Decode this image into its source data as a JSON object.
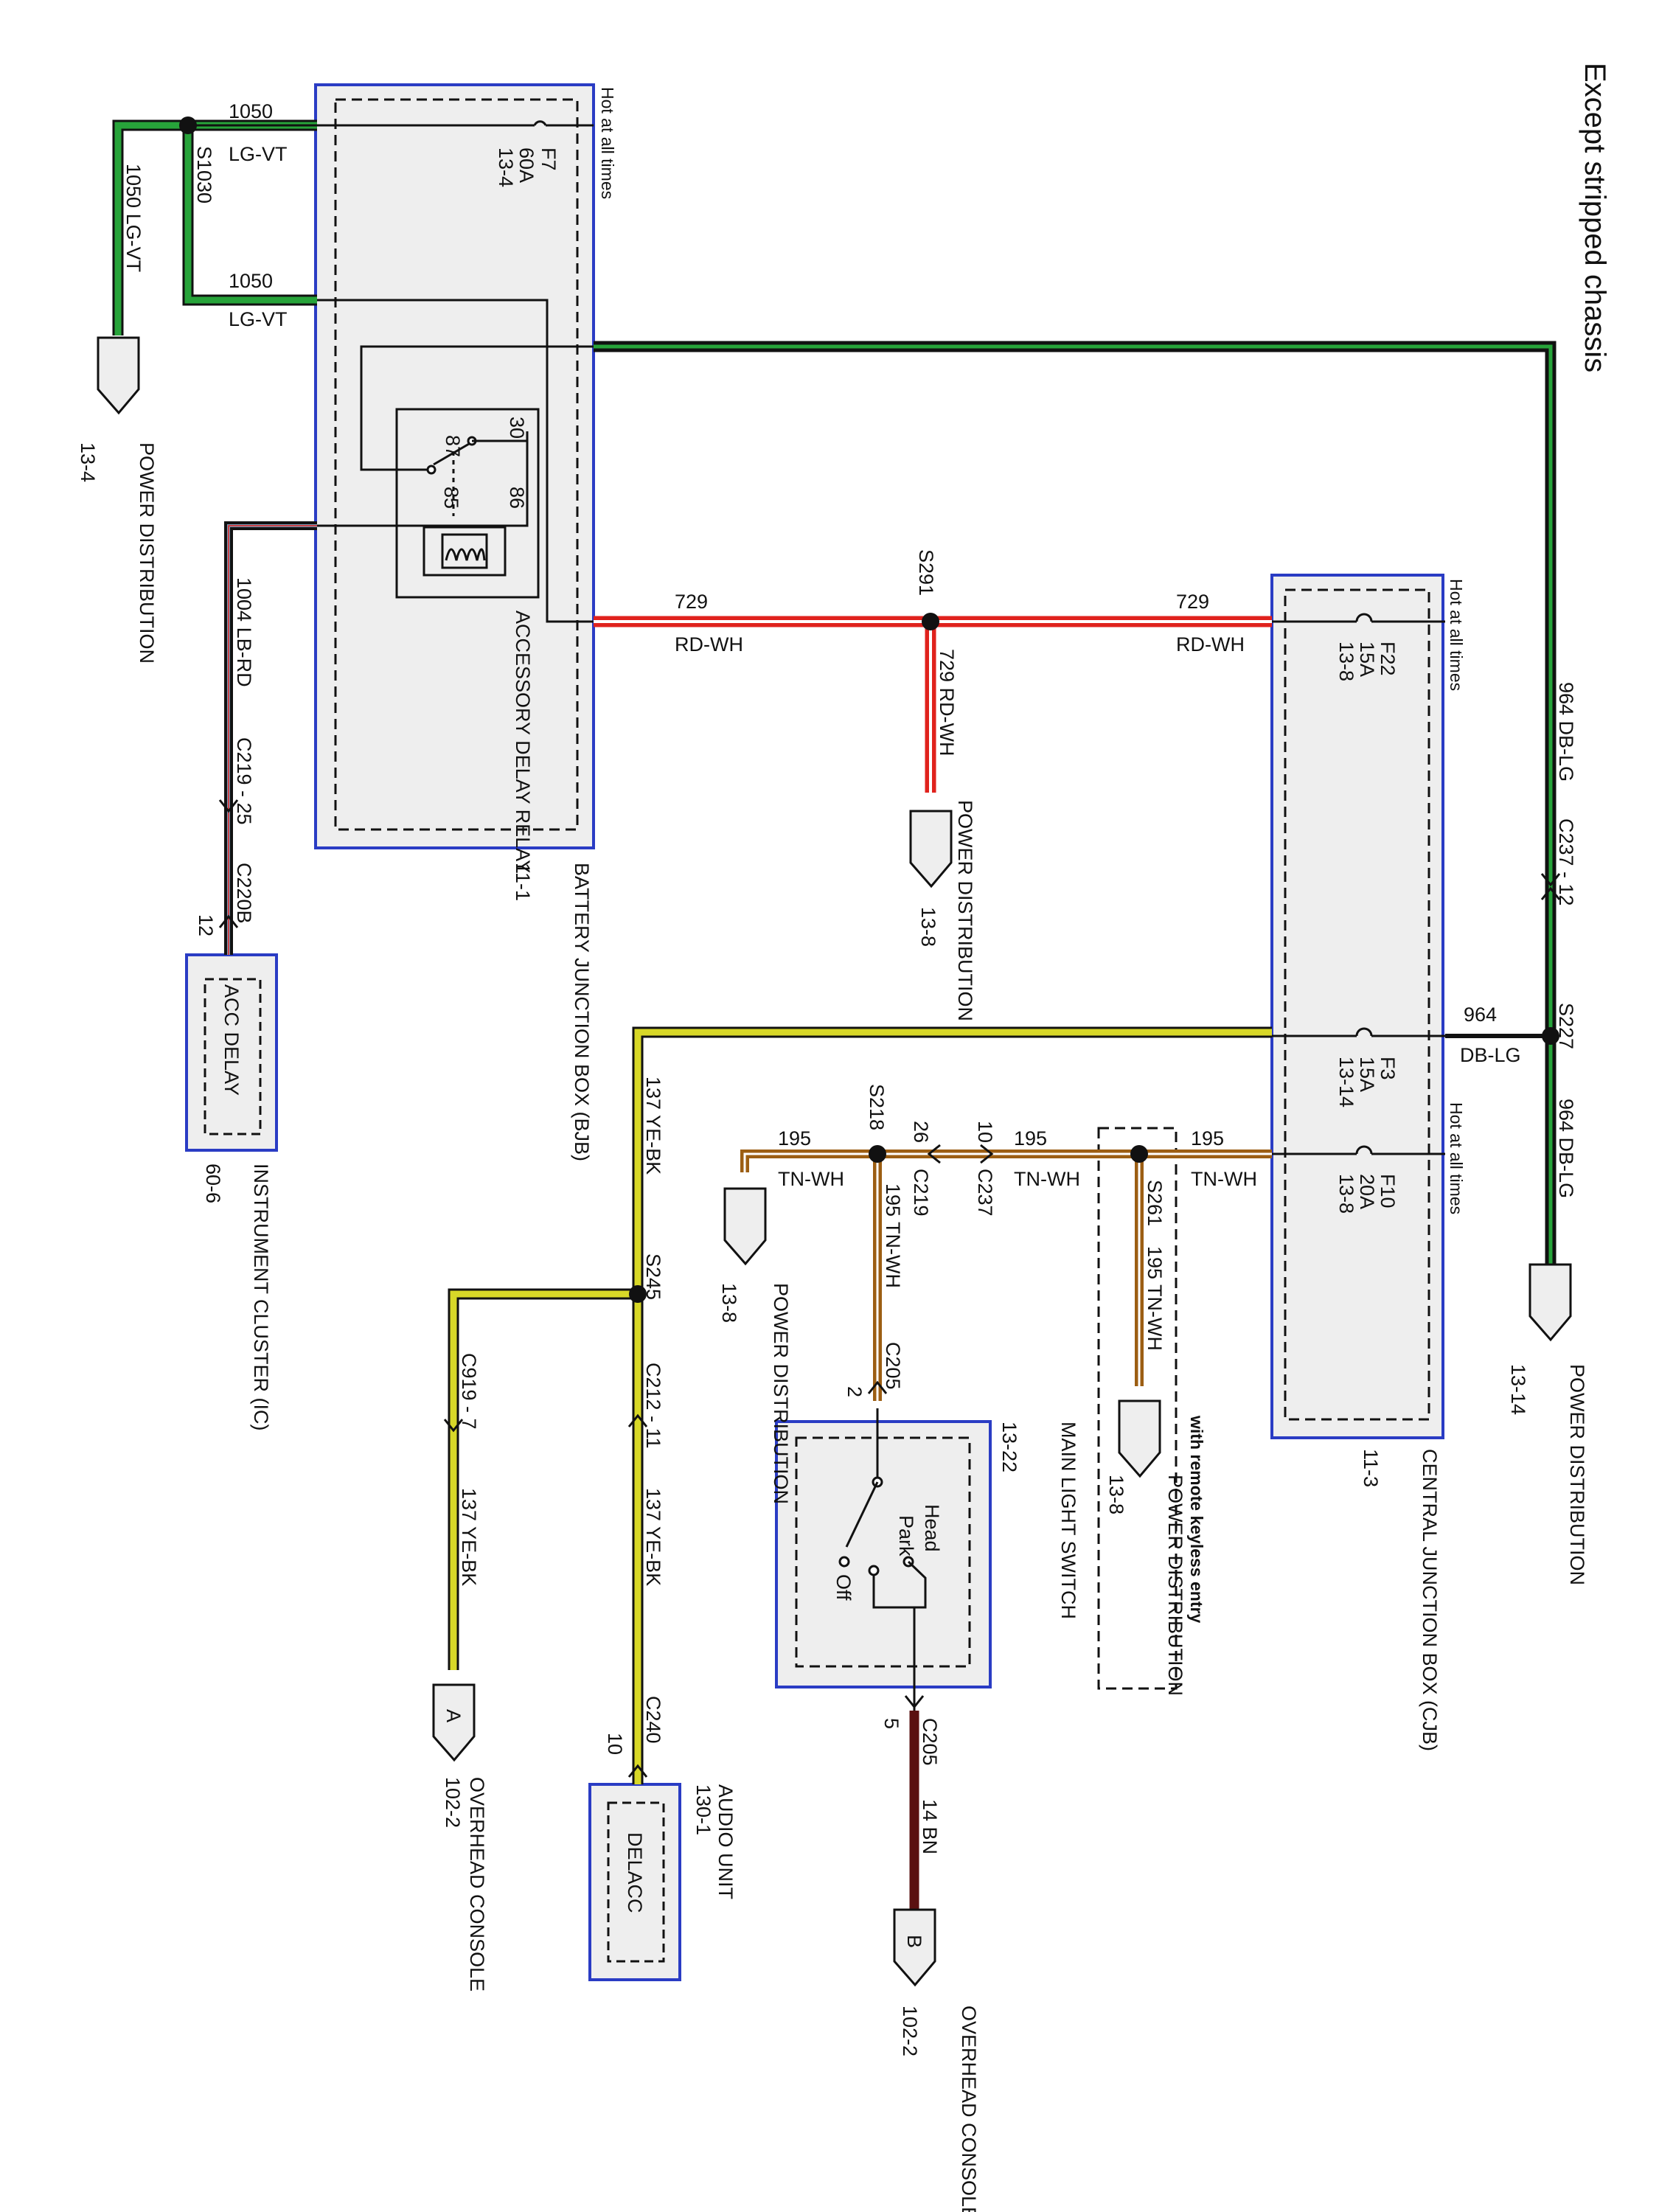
{
  "title": "Except stripped chassis",
  "hot_at_all_times": "Hot at all times",
  "power_distribution": "POWER DISTRIBUTION",
  "colors": {
    "lg_vt": "#27a33a",
    "db_lg": "#123d12",
    "rd_wh": "#e0221d",
    "lb_rd": "#7f9ab8",
    "tn_wh": "#9c5e13",
    "ye_bk": "#d8d828",
    "bn": "#5a1010",
    "module_border": "#2a3cc4",
    "module_fill": "#eeeeee"
  },
  "bjb": {
    "name": "BATTERY JUNCTION BOX (BJB)",
    "ref": "11-1",
    "fuse": "F7",
    "rating": "60A",
    "fuse_ref": "13-4",
    "relay_name": "ACCESSORY DELAY RELAY",
    "pin30": "30",
    "pin87": "87",
    "pin85": "85",
    "pin86": "86"
  },
  "cjb": {
    "name": "CENTRAL JUNCTION BOX (CJB)",
    "ref": "11-3",
    "f22": "F22",
    "f22_rating": "15A",
    "f22_ref": "13-8",
    "f3": "F3",
    "f3_rating": "15A",
    "f3_ref": "13-14",
    "f10": "F10",
    "f10_rating": "20A",
    "f10_ref": "13-8"
  },
  "wires": {
    "w1050": "1050",
    "lg_vt": "LG-VT",
    "w1050_lg_vt": "1050  LG-VT",
    "s1030": "S1030",
    "w1004": "1004  LB-RD",
    "c219_25": "C219 - 25",
    "c220b": "C220B",
    "pin12": "12",
    "w729": "729",
    "rd_wh": "RD-WH",
    "s291": "S291",
    "w729_rd_wh": "729  RD-WH",
    "w964_db_lg": "964  DB-LG",
    "c237_12": "C237 - 12",
    "s227": "S227",
    "w964": "964",
    "db_lg": "DB-LG",
    "w137_ye_bk": "137  YE-BK",
    "s245": "S245",
    "c212_11": "C212 - 11",
    "c919_7": "C919 - 7",
    "c240": "C240",
    "pin10": "10",
    "w195": "195",
    "tn_wh": "TN-WH",
    "s218": "S218",
    "pin26": "26",
    "c219": "C219",
    "pin10b": "10",
    "c237": "C237",
    "s261": "S261",
    "w195_tn_wh": "195  TN-WH",
    "c205_2": "C205",
    "pin2": "2",
    "c205_5": "C205",
    "pin5": "5",
    "w14_bn": "14  BN"
  },
  "targets": {
    "pd_13_4_ref": "13-4",
    "pd_13_8_ref": "13-8",
    "pd_13_14_ref": "13-14",
    "overhead_console": "OVERHEAD CONSOLE",
    "overhead_ref": "102-2",
    "conn_a": "A",
    "conn_b": "B"
  },
  "modules": {
    "ic_name": "INSTRUMENT CLUSTER (IC)",
    "ic_ref": "60-6",
    "acc_delay": "ACC DELAY",
    "audio_name": "AUDIO UNIT",
    "audio_ref": "130-1",
    "delacc": "DELACC",
    "mls_name": "MAIN LIGHT SWITCH",
    "mls_ref": "13-22",
    "head": "Head",
    "park": "Park",
    "off": "Off",
    "rke_note": "with remote keyless entry"
  }
}
